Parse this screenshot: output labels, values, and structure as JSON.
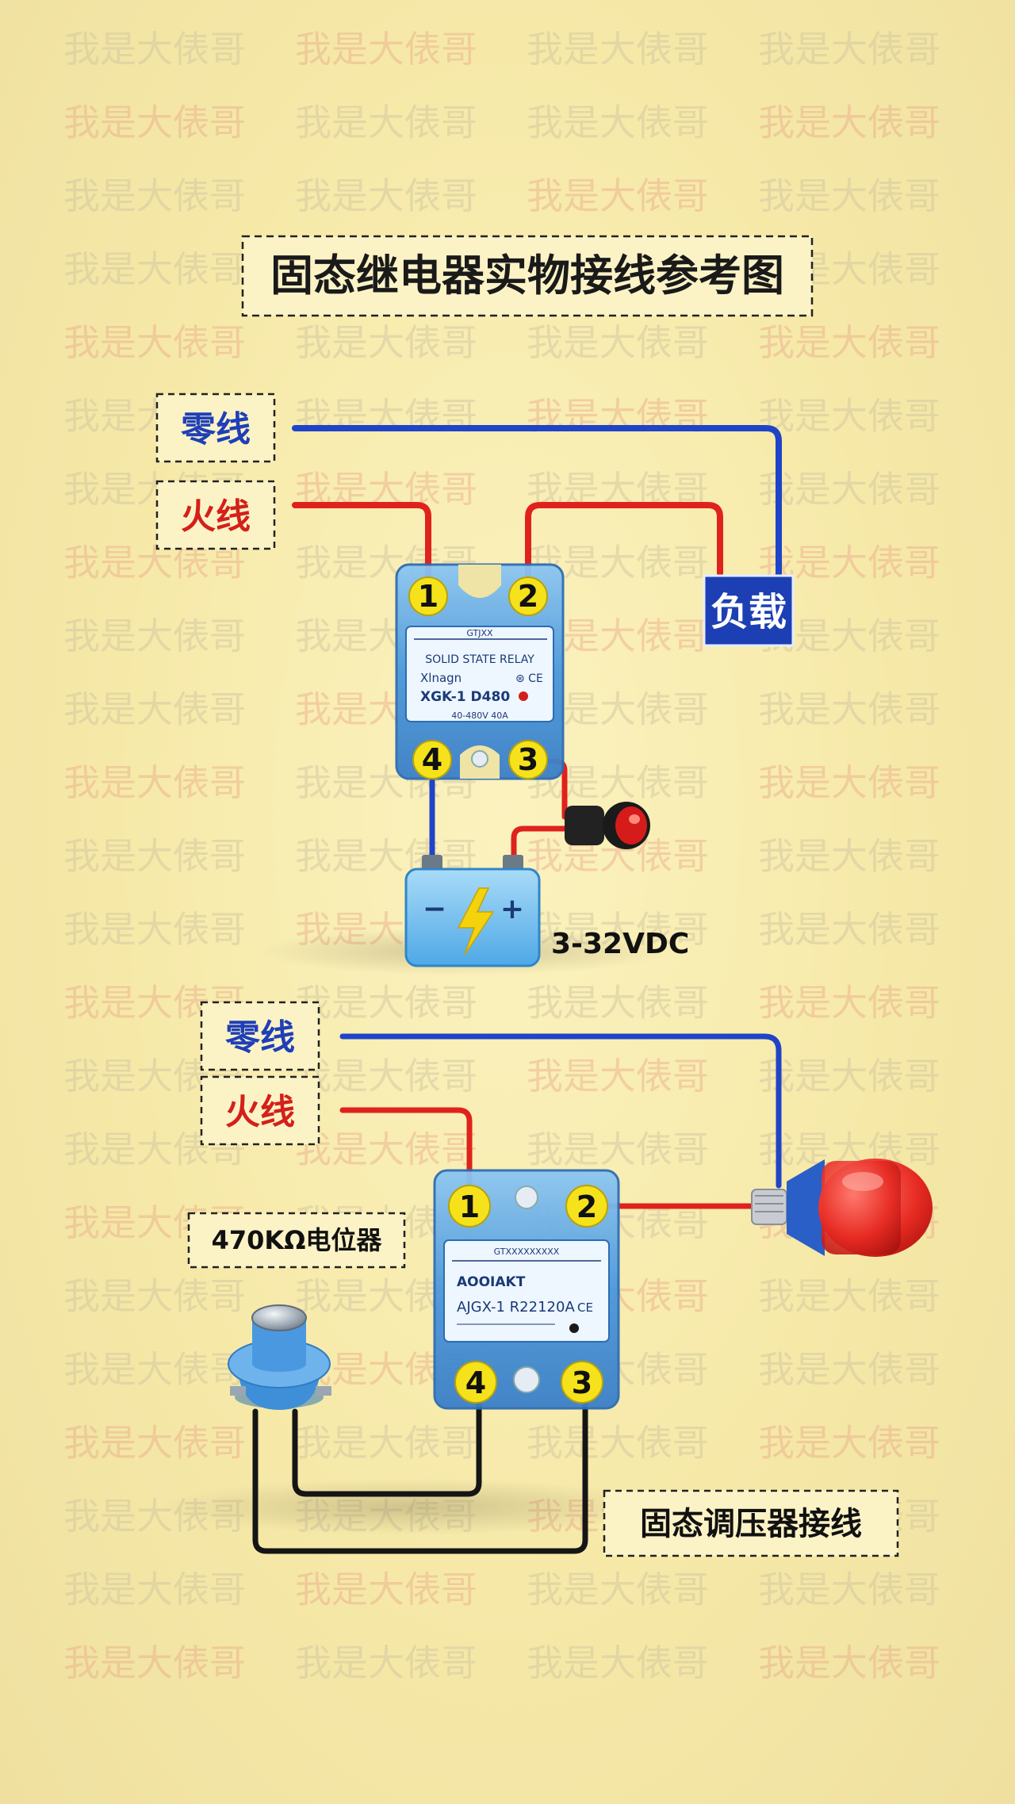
{
  "title": "固态继电器实物接线参考图",
  "watermark": "我是大俵哥",
  "top_diagram": {
    "neutral_label": "零线",
    "live_label": "火线",
    "load_label": "负载",
    "relay": {
      "header": "GTJXX",
      "line1": "SOLID STATE RELAY",
      "brand": "Xlnagn",
      "model": "XGK-1 D480",
      "marks": "⊛ CE",
      "footer": "40-480V 40A"
    },
    "pins": [
      "1",
      "2",
      "3",
      "4"
    ],
    "battery_minus": "−",
    "battery_plus": "+",
    "voltage_label": "3-32VDC",
    "colors": {
      "neutral": "#1f44c8",
      "live": "#e0221c",
      "relay": "#3f8fd8",
      "pin": "#f6e21a",
      "load_bg": "#1c3fb3"
    }
  },
  "bottom_diagram": {
    "neutral_label": "零线",
    "live_label": "火线",
    "pot_label": "470KΩ电位器",
    "caption": "固态调压器接线",
    "relay": {
      "header": "GTXXXXXXXXX",
      "brand": "AOOIAKT",
      "model": "AJGX-1  R22120A",
      "marks": "CE"
    },
    "pins": [
      "1",
      "2",
      "3",
      "4"
    ],
    "colors": {
      "wire_black": "#151515",
      "lamp": "#e42020"
    }
  }
}
